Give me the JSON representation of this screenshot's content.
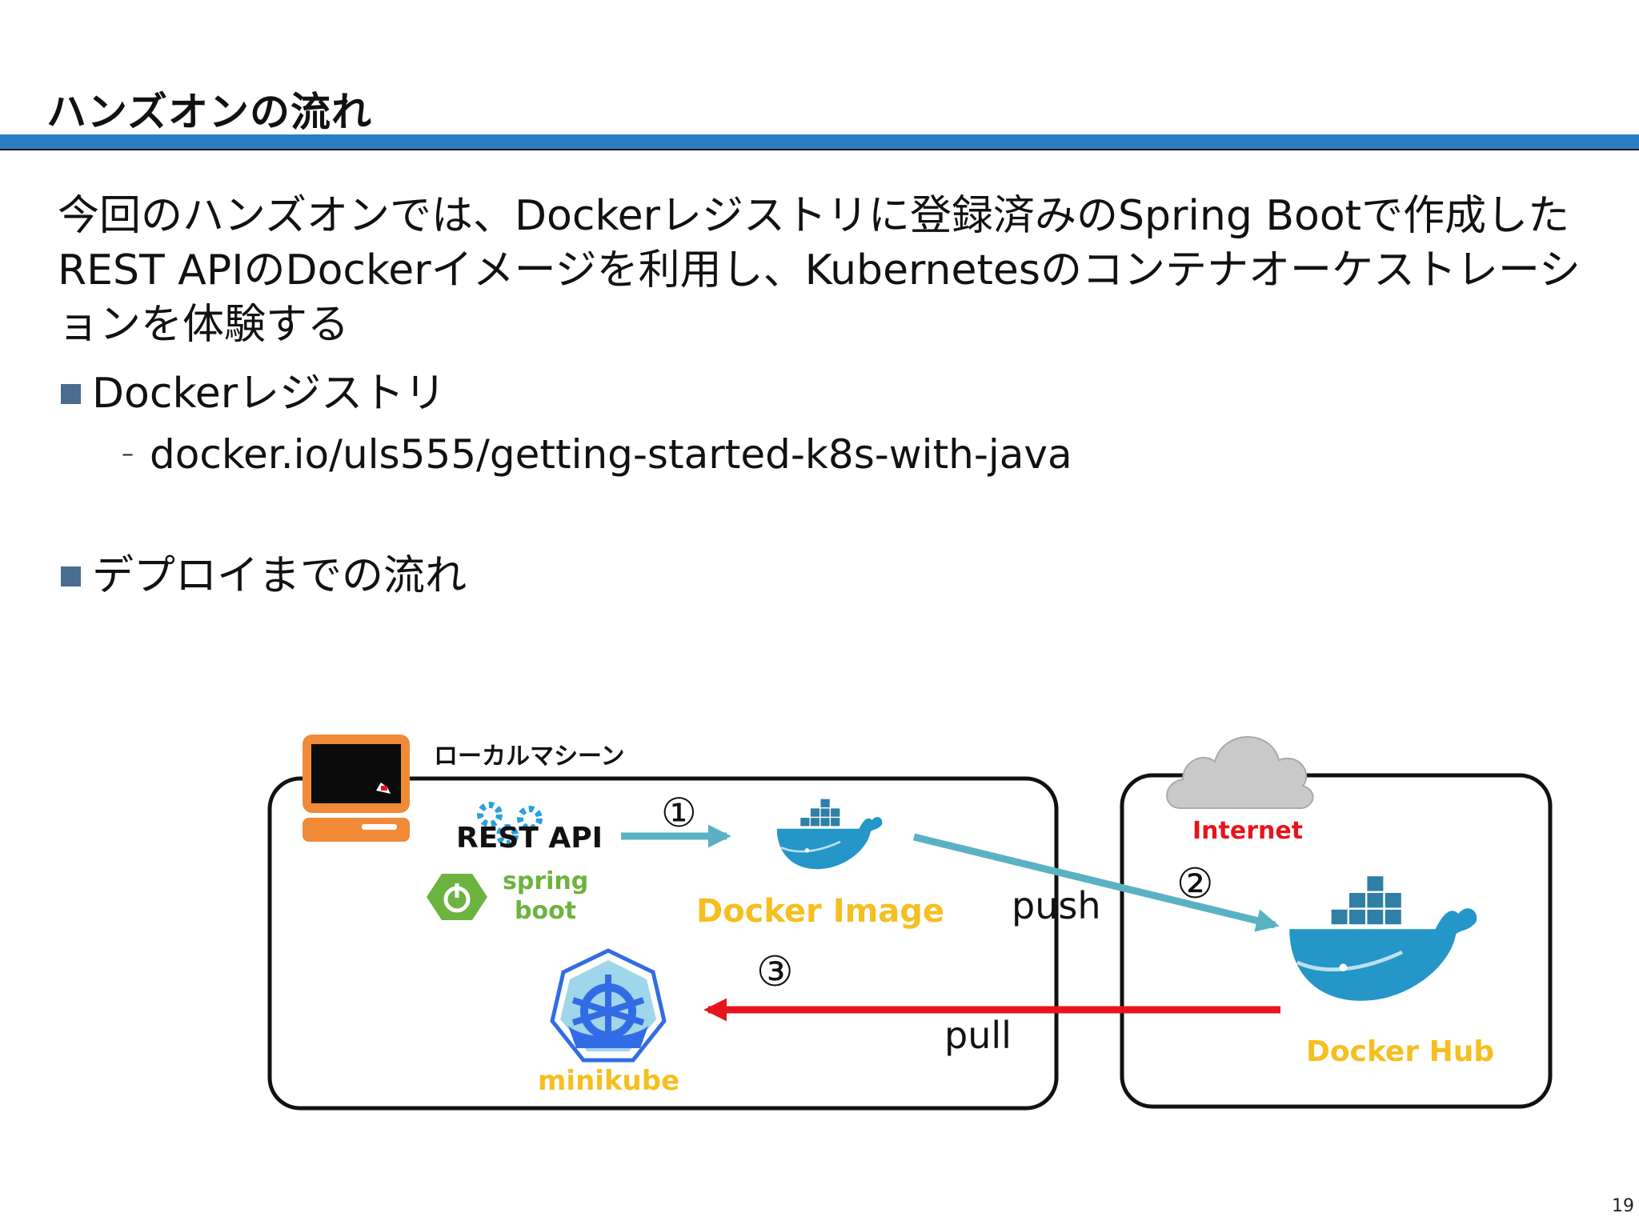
{
  "slide": {
    "title": "ハンズオンの流れ",
    "intro": "今回のハンズオンでは、Dockerレジストリに登録済みのSpring Bootで作成したREST APIのDockerイメージを利用し、Kubernetesのコンテナオーケストレーションを体験する",
    "bullets": [
      {
        "label": "Dockerレジストリ"
      },
      {
        "label": "デプロイまでの流れ"
      }
    ],
    "sub_item": "docker.io/uls555/getting-started-k8s-with-java",
    "page_number": "19"
  },
  "diagram": {
    "local_machine_label": "ローカルマシーン",
    "rest_api_label": "REST API",
    "spring_boot_label_1": "spring",
    "spring_boot_label_2": "boot",
    "docker_image_label": "Docker Image",
    "minikube_label": "minikube",
    "internet_label": "Internet",
    "docker_hub_label": "Docker Hub",
    "step1": "①",
    "step2": "②",
    "step3": "③",
    "push_label": "push",
    "pull_label": "pull"
  },
  "colors": {
    "title_rule": "#2a7fc4",
    "bullet": "#4a6c8f",
    "arrow_push": "#5bb1c4",
    "arrow_pull": "#e8141d",
    "label_yellow": "#f5bf1f",
    "spring_green": "#6db33f",
    "internet_red": "#e8141d",
    "docker_blue": "#2496c8",
    "computer_orange": "#f08a36",
    "kube_blue": "#326ce5"
  }
}
